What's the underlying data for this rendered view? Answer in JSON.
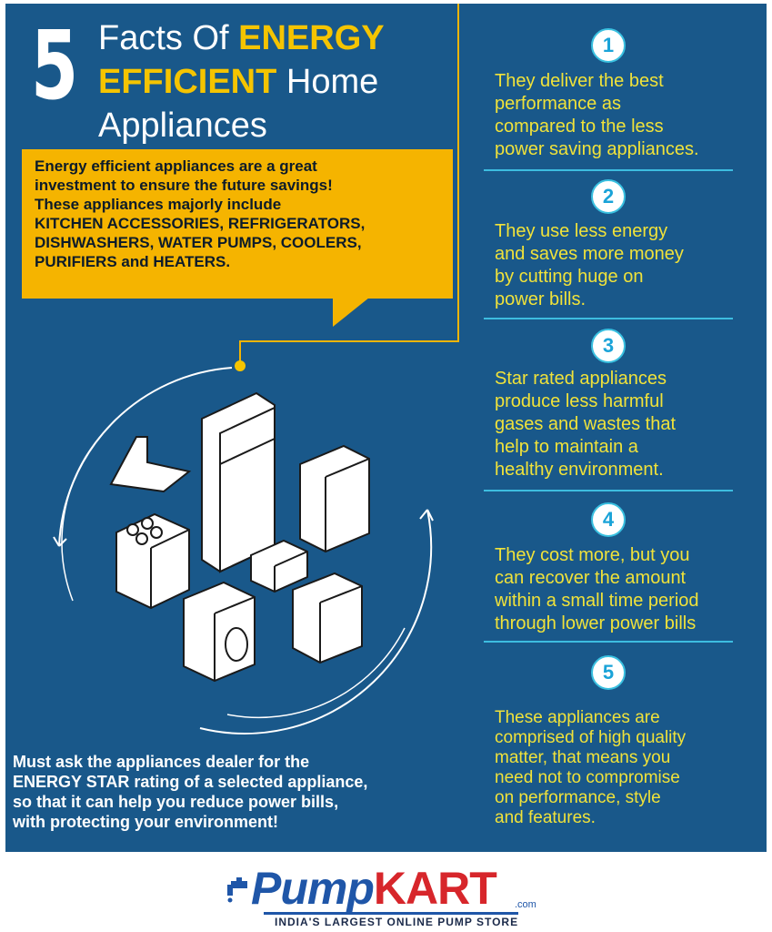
{
  "title": {
    "number": "5",
    "line1_prefix": "Facts Of ",
    "line1_highlight": "ENERGY",
    "line2_highlight": "EFFICIENT",
    "line2_suffix": " Home",
    "line3": "Appliances"
  },
  "callout": {
    "text": "Energy efficient appliances are a great investment to ensure the future savings! These appliances majorly include KITCHEN ACCESSORIES, REFRIGERATORS, DISHWASHERS, WATER PUMPS, COOLERS, PURIFIERS and HEATERS.",
    "lines": [
      "Energy efficient appliances are a great",
      "investment to ensure the future savings!",
      "These appliances majorly include",
      "KITCHEN ACCESSORIES, REFRIGERATORS,",
      "DISHWASHERS, WATER PUMPS, COOLERS,",
      "PURIFIERS and HEATERS."
    ]
  },
  "facts": [
    {
      "number": "1",
      "lines": [
        "They deliver the best",
        "performance as",
        "compared to the less",
        "power saving appliances."
      ]
    },
    {
      "number": "2",
      "lines": [
        "They use less energy",
        "and saves more money",
        "by cutting huge on",
        "power bills."
      ]
    },
    {
      "number": "3",
      "lines": [
        "Star rated appliances",
        "produce less harmful",
        "gases and wastes that",
        "help to maintain a",
        "healthy environment."
      ]
    },
    {
      "number": "4",
      "lines": [
        "They cost more, but you",
        "can recover the amount",
        "within a small time period",
        "through lower power bills"
      ]
    },
    {
      "number": "5",
      "lines": [
        "These appliances are",
        "comprised of high quality",
        "matter, that means you",
        "need not to compromise",
        "on performance, style",
        "and features."
      ]
    }
  ],
  "footer": {
    "lines": [
      "Must ask the appliances dealer for the",
      "ENERGY STAR rating of a selected appliance,",
      "so that it can help you reduce power bills,",
      "with protecting your environment!"
    ]
  },
  "logo": {
    "part1": "Pump",
    "part2": "KART",
    "domain": ".com",
    "tagline": "INDIA'S LARGEST ONLINE PUMP STORE"
  },
  "colors": {
    "background": "#19588a",
    "accent_yellow": "#f5b400",
    "fact_text": "#f0e23a",
    "rule_cyan": "#3dbde0",
    "logo_blue": "#1f56a8",
    "logo_red": "#d7262b"
  }
}
